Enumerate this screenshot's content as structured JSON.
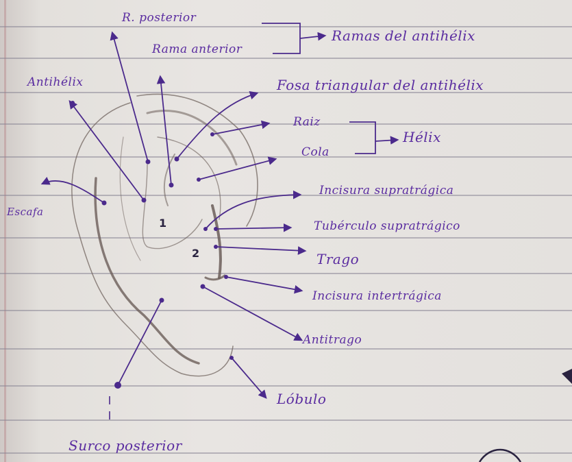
{
  "labels": {
    "r_posterior": "R. posterior",
    "rama_anterior": "Rama anterior",
    "ramas_antihelix": "Ramas del antihélix",
    "antihelix": "Antihélix",
    "fosa_triangular": "Fosa triangular del antihélix",
    "raiz": "Raiz",
    "cola": "Cola",
    "helix": "Hélix",
    "escafa": "Escafa",
    "incisura_supratragica": "Incisura supratrágica",
    "tuberculo_supratragico": "Tubérculo supratrágico",
    "trago": "Trago",
    "incisura_intertragica": "Incisura intertrágica",
    "antitrago": "Antitrago",
    "lobulo": "Lóbulo",
    "surco_posterior": "Surco posterior",
    "num_1": "1",
    "num_2": "2"
  },
  "colors": {
    "ink": "#5a2ca0",
    "pencil": "#6b5e59",
    "paper": "#e6e3e0",
    "rule": "#8a8796"
  }
}
